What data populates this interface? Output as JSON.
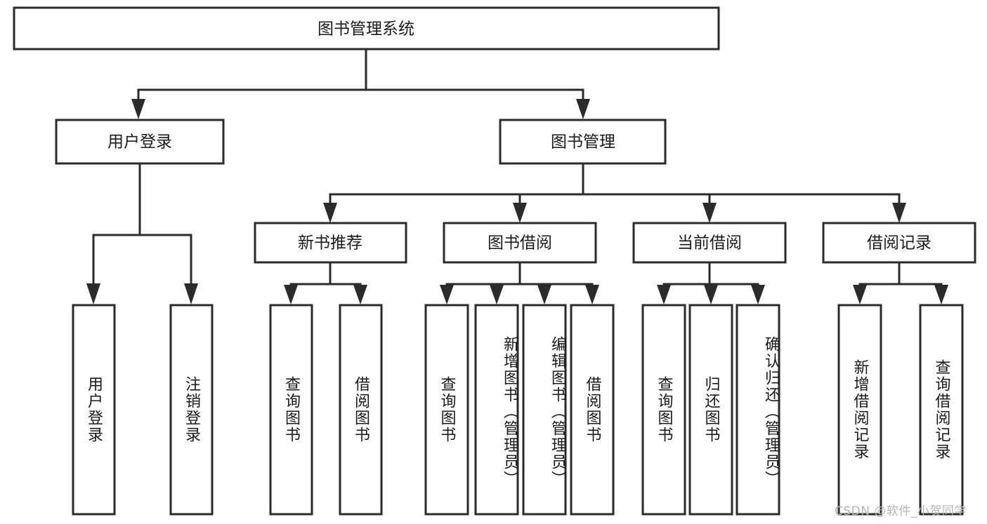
{
  "diagram": {
    "type": "tree",
    "title_node": {
      "label": "图书管理系统"
    },
    "level2": [
      {
        "label": "用户登录"
      },
      {
        "label": "图书管理"
      }
    ],
    "level3": [
      {
        "label": "新书推荐"
      },
      {
        "label": "图书借阅"
      },
      {
        "label": "当前借阅"
      },
      {
        "label": "借阅记录"
      }
    ],
    "leaves": {
      "user_login": [
        {
          "label": "用户登录"
        },
        {
          "label": "注销登录"
        }
      ],
      "new_book_recommend": [
        {
          "label": "查询图书"
        },
        {
          "label": "借阅图书"
        }
      ],
      "book_borrow": [
        {
          "label": "查询图书"
        },
        {
          "label": "新增图书（管理员）"
        },
        {
          "label": "编辑图书（管理员）"
        },
        {
          "label": "借阅图书"
        }
      ],
      "current_borrow": [
        {
          "label": "查询图书"
        },
        {
          "label": "归还图书"
        },
        {
          "label": "确认归还（管理员）"
        }
      ],
      "borrow_record": [
        {
          "label": "新增借阅记录"
        },
        {
          "label": "查询借阅记录"
        }
      ]
    }
  },
  "watermark": {
    "text": "CSDN @软件_小贺同学"
  },
  "colors": {
    "stroke": "#2b2b2b",
    "fill": "#ffffff",
    "text": "#1a1a1a",
    "watermark": "#b5b5b5"
  }
}
